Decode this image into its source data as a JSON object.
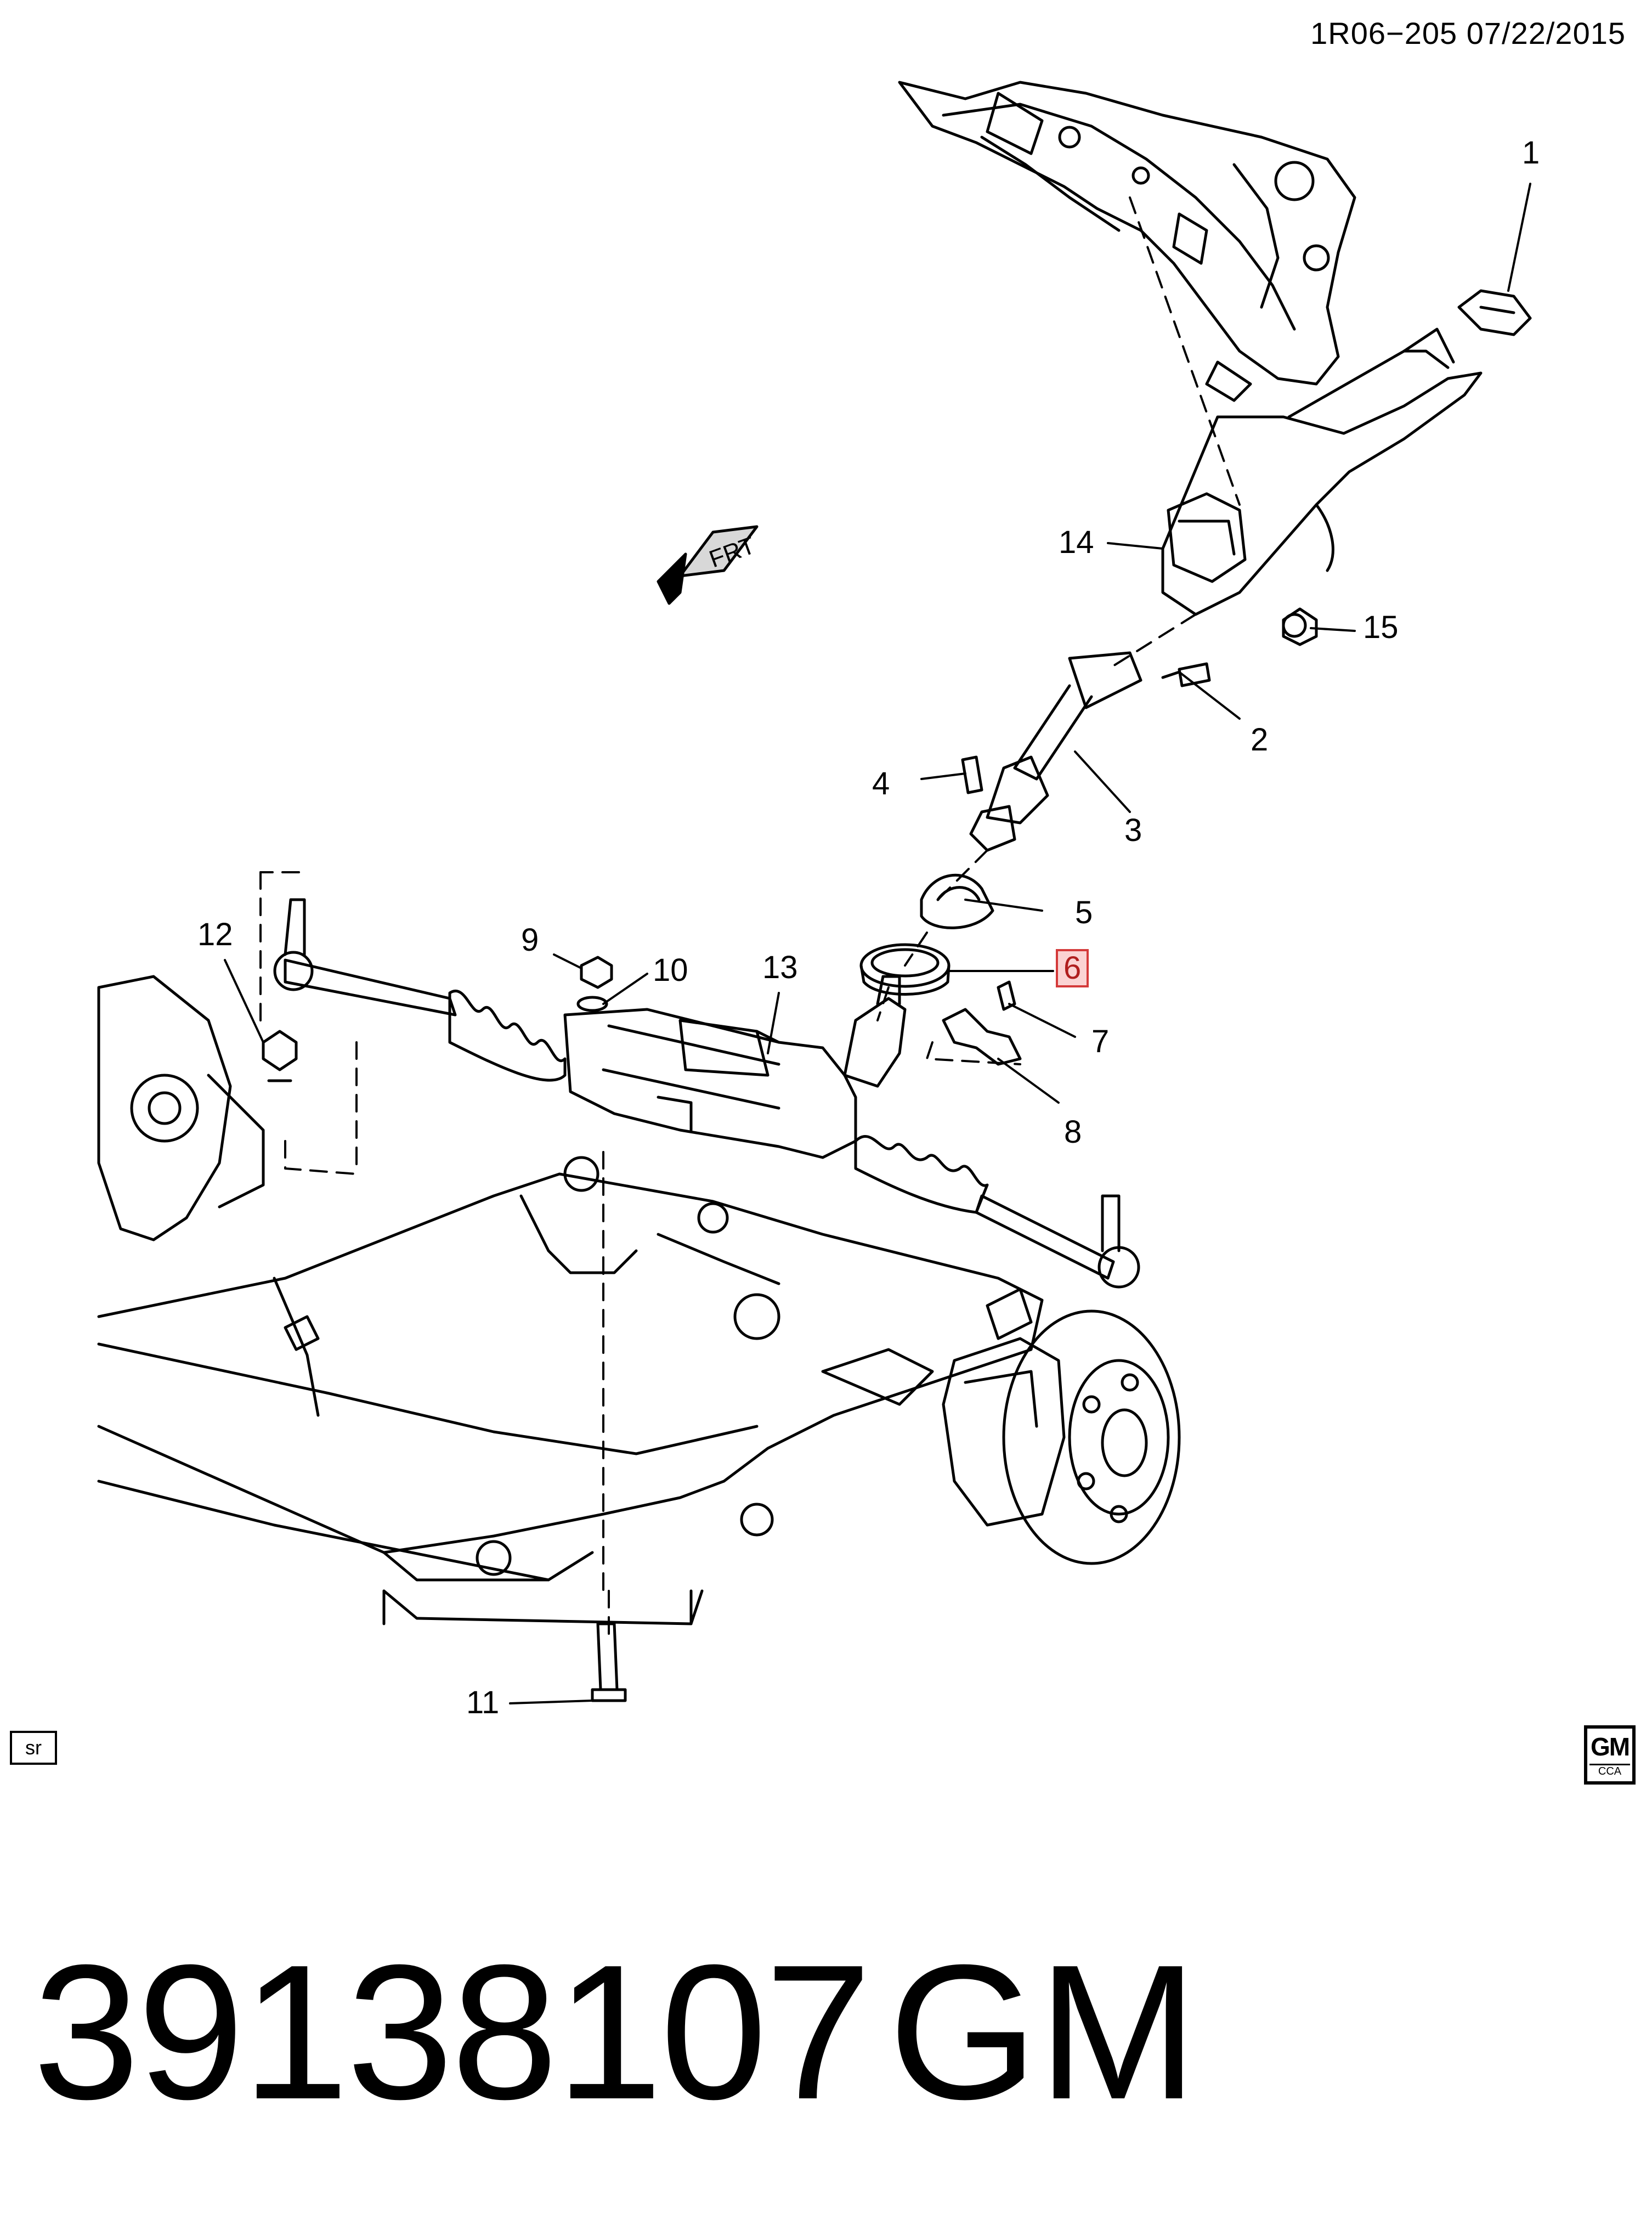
{
  "header": {
    "code": "1R06−205  07/22/2015"
  },
  "direction_label": "FRT",
  "callouts": [
    {
      "id": "c1",
      "text": "1"
    },
    {
      "id": "c2",
      "text": "2"
    },
    {
      "id": "c3",
      "text": "3"
    },
    {
      "id": "c4",
      "text": "4"
    },
    {
      "id": "c5",
      "text": "5"
    },
    {
      "id": "c6",
      "text": "6"
    },
    {
      "id": "c7",
      "text": "7"
    },
    {
      "id": "c8",
      "text": "8"
    },
    {
      "id": "c9",
      "text": "9"
    },
    {
      "id": "c10",
      "text": "10"
    },
    {
      "id": "c11",
      "text": "11"
    },
    {
      "id": "c12",
      "text": "12"
    },
    {
      "id": "c13",
      "text": "13"
    },
    {
      "id": "c14",
      "text": "14"
    },
    {
      "id": "c15",
      "text": "15"
    }
  ],
  "highlighted_callout": "6",
  "highlight_colors": {
    "border": "#d43a3a",
    "fill": "#fbd3d3"
  },
  "corner_badge": "sr",
  "logo": {
    "mark": "GM",
    "sub": "CCA"
  },
  "footer": {
    "part_number": "39138107",
    "brand": "GM"
  }
}
